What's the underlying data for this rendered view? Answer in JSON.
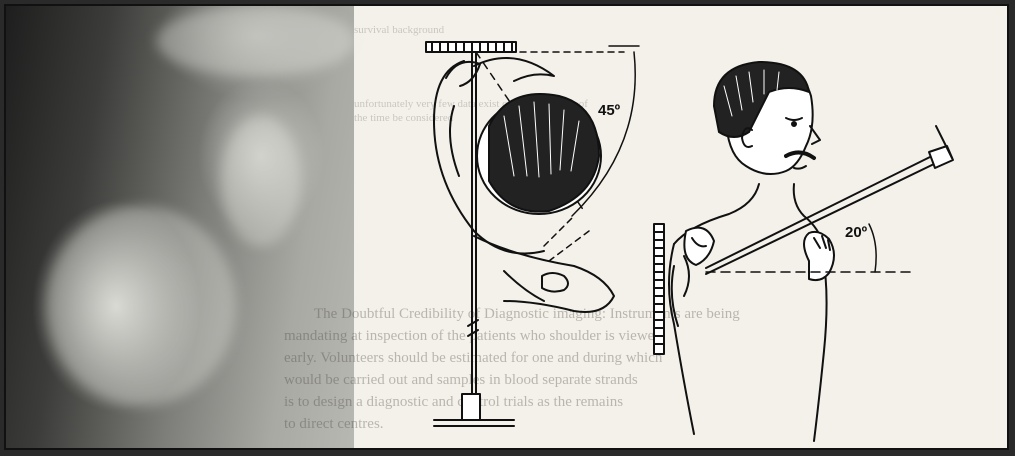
{
  "diagram": {
    "angle_left": "45º",
    "angle_right": "20º"
  },
  "bleed_through": {
    "header_line": "survival background",
    "line_a": "unfortunately very few data exist on the frequency of",
    "line_b": "the time be considered",
    "para_1": "The Doubtful Credibility of Diagnostic imaging: Instruments are being",
    "para_2": "mandating at inspection of the patients who shoulder is viewed",
    "para_3": "early. Volunteers should be estimated for one and during which",
    "para_4": "would be carried out and samples in blood separate strands",
    "para_5": "is to design a diagnostic and control trials as the remains",
    "para_6": "to direct centres."
  }
}
